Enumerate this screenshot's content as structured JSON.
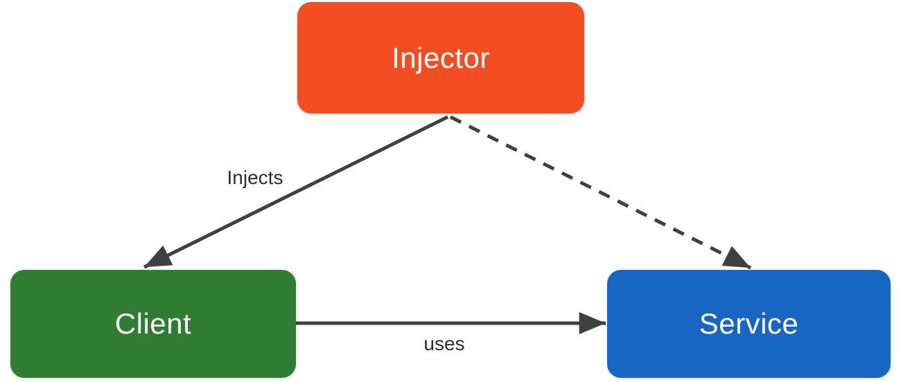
{
  "diagram": {
    "background_color": "#ffffff",
    "edge_color": "#404040",
    "nodes": [
      {
        "id": "injector",
        "label": "Injector",
        "color": "#f14e23",
        "text_color": "#ffffff",
        "shape": "rounded-rect"
      },
      {
        "id": "client",
        "label": "Client",
        "color": "#2e7d32",
        "text_color": "#ffffff",
        "shape": "rounded-rect"
      },
      {
        "id": "service",
        "label": "Service",
        "color": "#1766c1",
        "text_color": "#ffffff",
        "shape": "rounded-rect"
      }
    ],
    "edges": [
      {
        "from": "Injector",
        "to": "Client",
        "label": "Injects",
        "style": "solid",
        "arrowhead": "filled-triangle"
      },
      {
        "from": "Injector",
        "to": "Service",
        "label": "",
        "style": "dashed",
        "arrowhead": "filled-triangle"
      },
      {
        "from": "Client",
        "to": "Service",
        "label": "uses",
        "style": "solid",
        "arrowhead": "filled-triangle"
      }
    ]
  }
}
